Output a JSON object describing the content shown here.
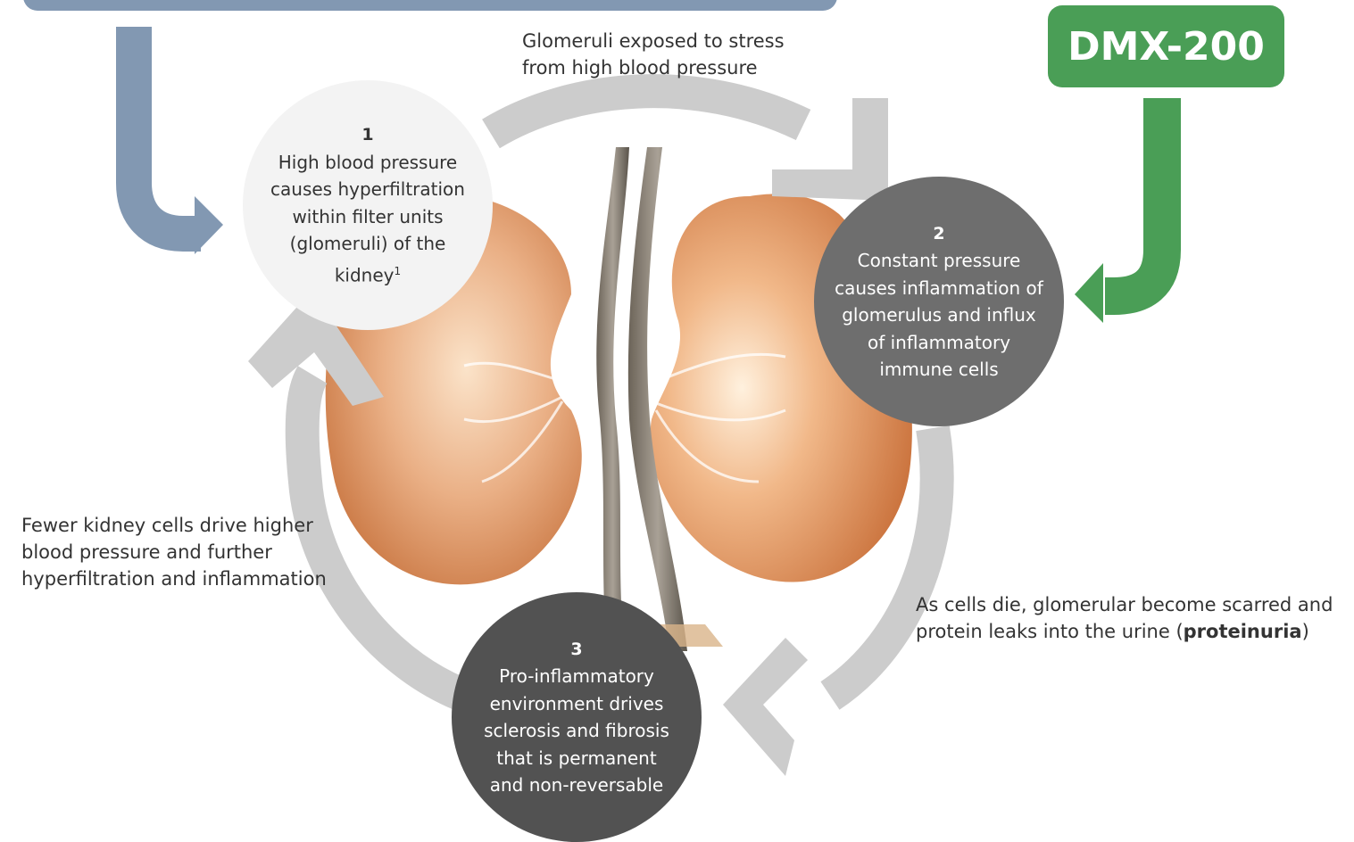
{
  "labels": {
    "top": [
      "Glomeruli exposed to stress",
      "from high blood pressure"
    ],
    "left": [
      "Fewer kidney cells drive higher",
      "blood pressure and further",
      "hyperfiltration and inflammation"
    ],
    "right_line1": "As cells die, glomerular become scarred and",
    "right_line2_pre": "protein leaks into the urine (",
    "right_line2_bold": "proteinuria",
    "right_line2_post": ")"
  },
  "steps": [
    {
      "num": "1",
      "lines": [
        "High blood pressure",
        "causes hyperfiltration",
        "within filter units",
        "(glomeruli) of the"
      ],
      "last": "kidney",
      "sup": "1"
    },
    {
      "num": "2",
      "lines": [
        "Constant pressure",
        "causes inflammation of",
        "glomerulus and influx",
        "of inflammatory",
        "immune cells"
      ]
    },
    {
      "num": "3",
      "lines": [
        "Pro-inflammatory",
        "environment drives",
        "sclerosis and fibrosis",
        "that is permanent",
        "and non-reversable"
      ]
    }
  ],
  "drug": {
    "name": "DMX-200"
  },
  "colors": {
    "cycle_arrow": "#cccccc",
    "input_arrow": "#8298b2",
    "drug_green": "#4a9e56",
    "kidney": "#e0975c"
  }
}
